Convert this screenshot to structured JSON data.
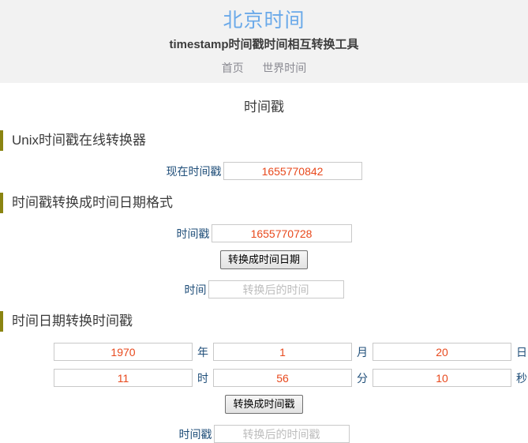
{
  "header": {
    "title": "北京时间",
    "subtitle": "timestamp时间戳时间相互转换工具",
    "nav": [
      {
        "label": "首页"
      },
      {
        "label": "世界时间"
      }
    ]
  },
  "main": {
    "page_title": "时间戳",
    "sections": [
      {
        "heading": "Unix时间戳在线转换器",
        "now": {
          "label": "现在时间戳",
          "value": "1655770842"
        }
      },
      {
        "heading": "时间戳转换成时间日期格式",
        "timestamp": {
          "label": "时间戳",
          "value": "1655770728"
        },
        "button": "转换成时间日期",
        "result": {
          "label": "时间",
          "value": "",
          "placeholder": "转换后的时间"
        }
      },
      {
        "heading": "时间日期转换时间戳",
        "date_row": [
          {
            "value": "1970",
            "unit": "年"
          },
          {
            "value": "1",
            "unit": "月"
          },
          {
            "value": "20",
            "unit": "日"
          }
        ],
        "time_row": [
          {
            "value": "11",
            "unit": "时"
          },
          {
            "value": "56",
            "unit": "分"
          },
          {
            "value": "10",
            "unit": "秒"
          }
        ],
        "button": "转换成时间戳",
        "result": {
          "label": "时间戳",
          "value": "",
          "placeholder": "转换后的时间戳"
        }
      }
    ]
  },
  "colors": {
    "title": "#6aa9e9",
    "accent_bar": "#8a8411",
    "value": "#e8491d",
    "label": "#1f4e79",
    "header_bg": "#f2f2f2"
  }
}
